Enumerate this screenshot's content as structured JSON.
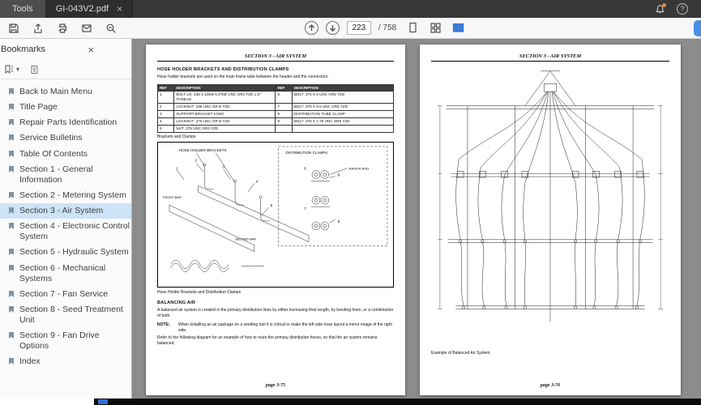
{
  "window": {
    "tools_tab": "Tools",
    "doc_tab": "GI-043V2.pdf",
    "close_glyph": "×",
    "help_glyph": "?"
  },
  "toolbar": {
    "page_current": "223",
    "page_total": "/ 758"
  },
  "sidebar": {
    "title": "Bookmarks",
    "close_glyph": "×",
    "caret_glyph": "▾",
    "items": [
      {
        "label": "Back to Main Menu"
      },
      {
        "label": "Title Page"
      },
      {
        "label": "Repair Parts Identification"
      },
      {
        "label": "Service Bulletins"
      },
      {
        "label": "Table Of Contents"
      },
      {
        "label": "Section 1 - General Information"
      },
      {
        "label": "Section 2 - Metering System"
      },
      {
        "label": "Section 3 - Air System",
        "selected": true
      },
      {
        "label": "Section 4 - Electronic Control System"
      },
      {
        "label": "Section 5 - Hydraulic System"
      },
      {
        "label": "Section 6 - Mechanical Systems"
      },
      {
        "label": "Section 7 - Fan Service"
      },
      {
        "label": "Section 8 - Seed Treatment Unit"
      },
      {
        "label": "Section 9 - Fan Drive Options"
      },
      {
        "label": "Index"
      }
    ]
  },
  "page_left": {
    "header": "SECTION 3 - AIR SYSTEM",
    "title1": "HOSE HOLDER BRACKETS AND DISTRIBUTION CLAMPS",
    "intro": "Hose holder brackets are used on the main frame tube between the header and the connectors.",
    "table": {
      "headers": [
        "REF",
        "DESCRIPTION",
        "REF",
        "DESCRIPTION"
      ],
      "rows": [
        [
          "1",
          "BOLT US .438 4.125W 5.375D UNC GR2 YZD 1.5\" THREAD",
          "6",
          "BOLT .375 X 6 UNC GR5 YZD"
        ],
        [
          "2",
          "LOCKNUT .438 UNC GR B YZD",
          "7",
          "BOLT .375 X 9.5 UNC GR5 YZD"
        ],
        [
          "3",
          "SUPPORT BRACKET-LONG",
          "8",
          "DISTRIBUTION TUBE CLAMP"
        ],
        [
          "4",
          "LOCKNUT .375 UNC GR B YZD",
          "9",
          "BOLT .375 X 1.75 UNC GR5 YZD"
        ],
        [
          "5",
          "NUT .375 UNC GR2 YZD",
          "",
          ""
        ]
      ],
      "caption": "Brackets and Clamps"
    },
    "figure": {
      "label_left": "HOSE HOLDER BRACKETS",
      "label_right": "DISTRIBUTION CLAMPS",
      "front_bar": "FRONT BAR",
      "second_bar": "SECOND BAR",
      "radius_rod": "RADIUS ROD",
      "callouts": [
        "1",
        "2",
        "3",
        "4",
        "5",
        "6",
        "7",
        "8",
        "9"
      ],
      "caption": "Hose Holder Brackets and Distribution Clamps"
    },
    "title2": "BALANCING AIR",
    "para1": "A balanced air system is created in the primary distribution lines by either increasing their length, by bending them, or a combination of both.",
    "note_label": "NOTE:",
    "note_text": "When installing an air package on a seeding tool it is critical to make the left side hose layout a mirror image of the right side.",
    "para2": "Refer to the following diagram for an example of how to route the primary distribution hoses, so that the air system remains  balanced.",
    "footer": "page 3-75"
  },
  "page_right": {
    "header": "SECTION 3 - AIR SYSTEM",
    "caption": "Example of Balanced Air System",
    "footer": "page 3-76"
  }
}
